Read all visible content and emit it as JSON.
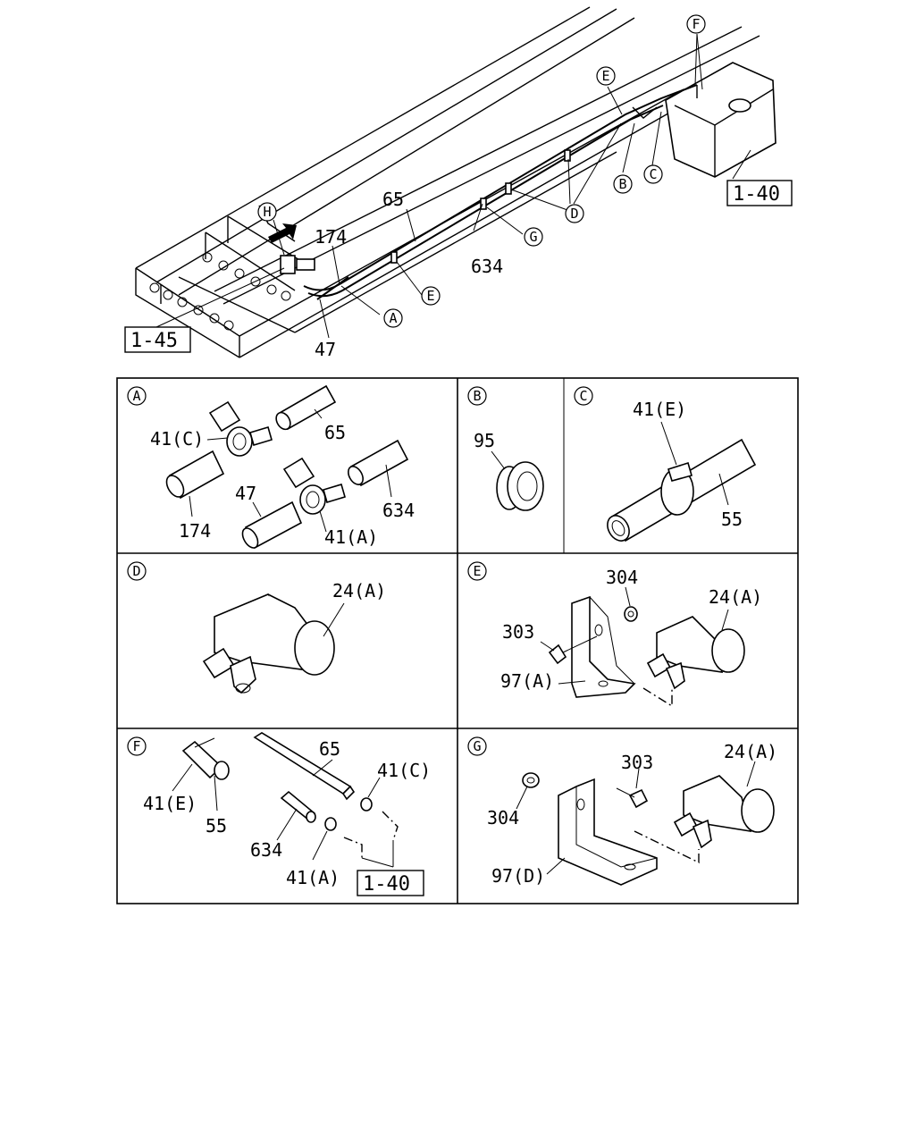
{
  "overview": {
    "callouts": {
      "part_65": "65",
      "part_174": "174",
      "part_634": "634",
      "part_47": "47",
      "ref_1_45": "1-45",
      "ref_1_40": "1-40"
    },
    "markers": {
      "A": "A",
      "B": "B",
      "C": "C",
      "D": "D",
      "E_top": "E",
      "E_low": "E",
      "F": "F",
      "G": "G",
      "H": "H"
    }
  },
  "panels": {
    "A": {
      "marker": "A",
      "labels": {
        "clamp_c": "41(C)",
        "hose_65": "65",
        "hose_174": "174",
        "hose_47": "47",
        "hose_634": "634",
        "clamp_a": "41(A)"
      }
    },
    "B": {
      "marker": "B",
      "labels": {
        "grommet": "95"
      }
    },
    "C": {
      "marker": "C",
      "labels": {
        "clamp_e": "41(E)",
        "hose_55": "55"
      }
    },
    "D": {
      "marker": "D",
      "labels": {
        "clip": "24(A)"
      }
    },
    "E": {
      "marker": "E",
      "labels": {
        "nut": "304",
        "bolt": "303",
        "clip": "24(A)",
        "bracket": "97(A)"
      }
    },
    "F": {
      "marker": "F",
      "labels": {
        "hose_65": "65",
        "clamp_c": "41(C)",
        "clamp_e": "41(E)",
        "hose_55": "55",
        "hose_634": "634",
        "clamp_a": "41(A)",
        "ref": "1-40"
      }
    },
    "G": {
      "marker": "G",
      "labels": {
        "bolt": "303",
        "clip": "24(A)",
        "nut": "304",
        "bracket": "97(D)"
      }
    }
  }
}
